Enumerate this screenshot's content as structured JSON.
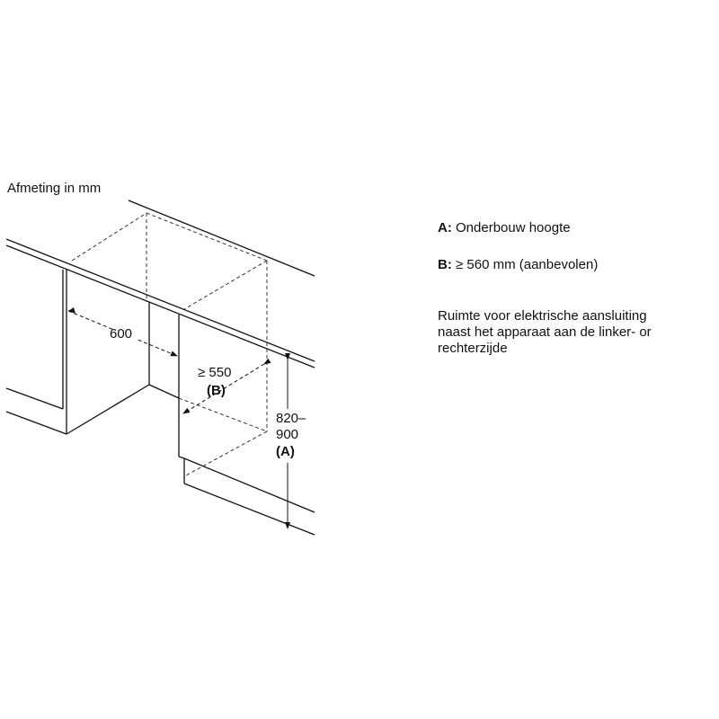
{
  "diagram": {
    "title": "Afmeting in mm",
    "dimensions": {
      "width": "600",
      "depth": "≥ 550",
      "depth_ref": "(B)",
      "height_line1": "820–",
      "height_line2": "900",
      "height_ref": "(A)"
    }
  },
  "legend": {
    "a_key": "A:",
    "a_text": "Onderbouw hoogte",
    "b_key": "B:",
    "b_text": "≥ 560 mm (aanbevolen)",
    "note_line1": "Ruimte voor elektrische aansluiting",
    "note_line2": "naast het apparaat aan de linker- or",
    "note_line3": "rechterzijde"
  }
}
